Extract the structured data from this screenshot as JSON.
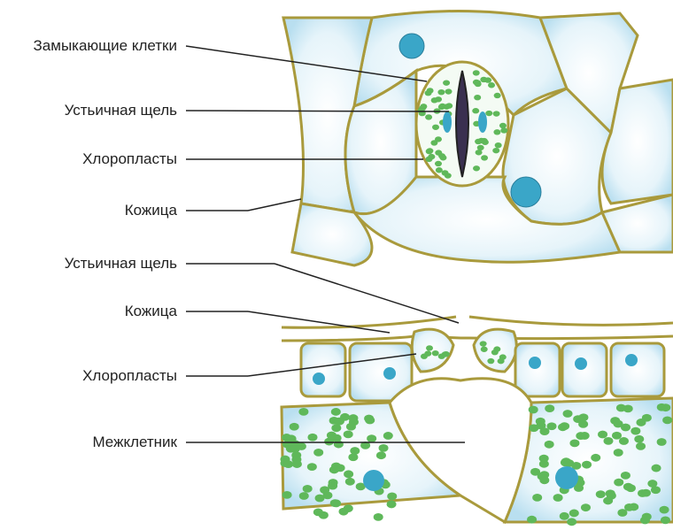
{
  "labels": {
    "guard_cells": "Замыкающие клетки",
    "stoma_top": "Устьичная щель",
    "chloroplasts_top": "Хлоропласты",
    "epidermis_top": "Кожица",
    "stoma_section": "Устьичная щель",
    "epidermis_section": "Кожица",
    "chloroplasts_section": "Хлоропласты",
    "intercellular_space": "Межклетник"
  },
  "colors": {
    "wall": "#a99a3c",
    "cytoplasm": "#cfe9f5",
    "chloroplast": "#5fb85a",
    "nucleus": "#3aa6c8"
  }
}
